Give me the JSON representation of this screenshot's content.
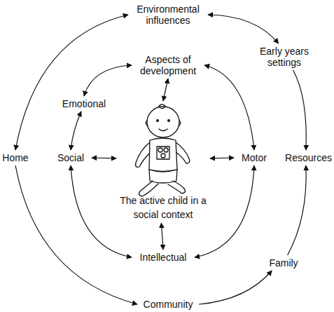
{
  "diagram": {
    "nodes": [
      {
        "text": [
          "Environmental influences"
        ]
      },
      {
        "text": [
          "Early years settings"
        ]
      },
      {
        "text": [
          "Aspects of development"
        ]
      },
      {
        "text": [
          "Emotional"
        ]
      },
      {
        "text": [
          "Home"
        ]
      },
      {
        "text": [
          "Social"
        ]
      },
      {
        "text": [
          "The active child in a social context"
        ]
      },
      {
        "text": [
          "Motor"
        ]
      },
      {
        "text": [
          "Resources"
        ]
      },
      {
        "text": [
          "Intellectual"
        ]
      },
      {
        "text": [
          "Family"
        ]
      },
      {
        "text": [
          "Community"
        ]
      }
    ],
    "edges": [
      {
        "from": 0,
        "to": 4,
        "arrow": "both"
      },
      {
        "from": 0,
        "to": 1,
        "arrow": "both"
      },
      {
        "from": 1,
        "to": 8,
        "arrow": "to"
      },
      {
        "from": 4,
        "to": 11,
        "arrow": "to"
      },
      {
        "from": 11,
        "to": 10,
        "arrow": "to"
      },
      {
        "from": 10,
        "to": 8,
        "arrow": "to"
      },
      {
        "from": 2,
        "to": 3,
        "arrow": "both"
      },
      {
        "from": 2,
        "to": 7,
        "arrow": "both"
      },
      {
        "from": 2,
        "to": 6,
        "arrow": "both"
      },
      {
        "from": 3,
        "to": 5,
        "arrow": "both"
      },
      {
        "from": 5,
        "to": 6,
        "arrow": "both"
      },
      {
        "from": 6,
        "to": 7,
        "arrow": "both"
      },
      {
        "from": 5,
        "to": 9,
        "arrow": "both"
      },
      {
        "from": 7,
        "to": 9,
        "arrow": "both"
      },
      {
        "from": 6,
        "to": 9,
        "arrow": "both"
      }
    ]
  }
}
